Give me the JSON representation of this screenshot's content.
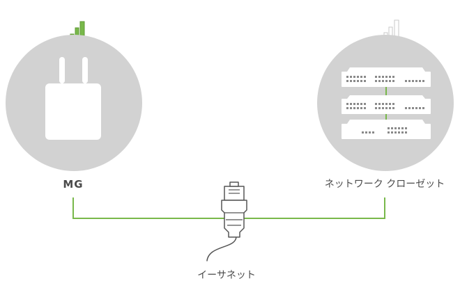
{
  "diagram": {
    "mg_label": "MG",
    "closet_label": "ネットワーク クローゼット",
    "ethernet_label": "イーサネット"
  },
  "colors": {
    "accent_green": "#78b84a",
    "circle_gray": "#d2d2d2",
    "bar_dark": "#666666",
    "text": "#4a4a4a"
  },
  "icons": {
    "mg_signal": "signal-bars-full-icon",
    "closet_signal": "signal-bars-weak-icon",
    "mg_device": "cellular-gateway-icon",
    "switch_stack": "network-switch-icon",
    "ethernet_plug": "ethernet-connector-icon"
  }
}
